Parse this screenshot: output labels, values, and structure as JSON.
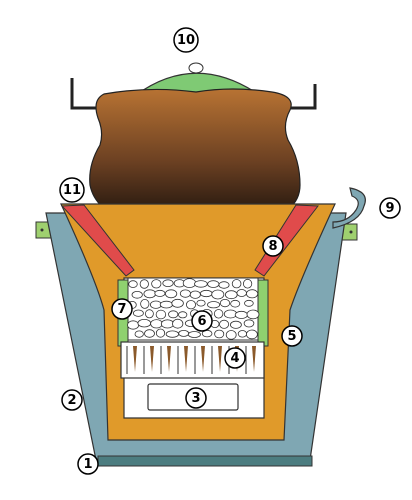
{
  "diagram": {
    "colors": {
      "outer_shell": "#7fa7b3",
      "insulation": "#e09a2a",
      "liner_red": "#e04b4b",
      "green_panel": "#8fd16f",
      "pot": "#b87333",
      "lid": "#7fca74",
      "base_plate": "#4c7d80",
      "grate": "#8b5a2b",
      "tab": "#9fd06f"
    },
    "labels": [
      {
        "id": "1",
        "text": "1"
      },
      {
        "id": "2",
        "text": "2"
      },
      {
        "id": "3",
        "text": "3"
      },
      {
        "id": "4",
        "text": "4"
      },
      {
        "id": "5",
        "text": "5"
      },
      {
        "id": "6",
        "text": "6"
      },
      {
        "id": "7",
        "text": "7"
      },
      {
        "id": "8",
        "text": "8"
      },
      {
        "id": "9",
        "text": "9"
      },
      {
        "id": "10",
        "text": "10"
      },
      {
        "id": "11",
        "text": "11"
      }
    ]
  }
}
